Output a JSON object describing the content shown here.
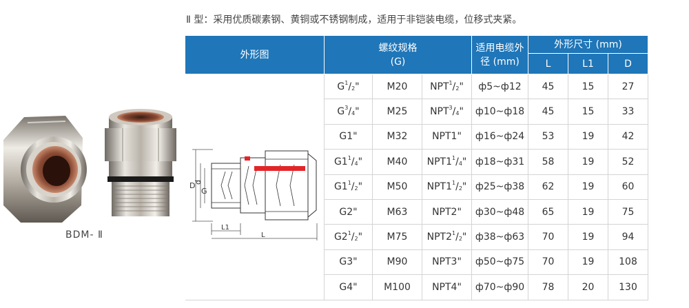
{
  "caption": "Ⅱ 型：采用优质碳素钢、黄铜或不锈钢制成，适用于非铠装电缆，位移式夹紧。",
  "product": {
    "model": "BDM- Ⅱ",
    "image_icon": "cable-gland-photo"
  },
  "diagram": {
    "labels": {
      "D": "D",
      "d": "d",
      "G": "G",
      "L1": "L1",
      "L": "L"
    }
  },
  "table": {
    "headers": {
      "outline": "外形图",
      "thread_line1": "螺纹规格",
      "thread_line2": "(G)",
      "cable_line1": "适用电缆外",
      "cable_line2": "径 (mm)",
      "dims": "外形尺寸 (mm)",
      "L": "L",
      "L1": "L1",
      "D": "D"
    },
    "rows": [
      {
        "g_main": "G",
        "g_num": "1",
        "g_den": "2",
        "g_tail": "\"",
        "m": "M20",
        "npt_main": "NPT",
        "npt_num": "1",
        "npt_den": "2",
        "npt_tail": "\"",
        "cable": "ф5~ф12",
        "L": "45",
        "L1": "15",
        "D": "27"
      },
      {
        "g_main": "G",
        "g_num": "3",
        "g_den": "4",
        "g_tail": "\"",
        "m": "M25",
        "npt_main": "NPT",
        "npt_num": "3",
        "npt_den": "4",
        "npt_tail": "\"",
        "cable": "ф10~ф18",
        "L": "45",
        "L1": "15",
        "D": "33"
      },
      {
        "g_main": "G1\"",
        "g_num": "",
        "g_den": "",
        "g_tail": "",
        "m": "M32",
        "npt_main": "NPT1\"",
        "npt_num": "",
        "npt_den": "",
        "npt_tail": "",
        "cable": "ф16~ф24",
        "L": "53",
        "L1": "19",
        "D": "42"
      },
      {
        "g_main": "G1",
        "g_num": "1",
        "g_den": "4",
        "g_tail": "\"",
        "m": "M40",
        "npt_main": "NPT1",
        "npt_num": "1",
        "npt_den": "4",
        "npt_tail": "\"",
        "cable": "ф18~ф31",
        "L": "58",
        "L1": "19",
        "D": "52"
      },
      {
        "g_main": "G1",
        "g_num": "1",
        "g_den": "2",
        "g_tail": "\"",
        "m": "M50",
        "npt_main": "NPT1",
        "npt_num": "1",
        "npt_den": "2",
        "npt_tail": "\"",
        "cable": "ф25~ф38",
        "L": "62",
        "L1": "19",
        "D": "60"
      },
      {
        "g_main": "G2\"",
        "g_num": "",
        "g_den": "",
        "g_tail": "",
        "m": "M63",
        "npt_main": "NPT2\"",
        "npt_num": "",
        "npt_den": "",
        "npt_tail": "",
        "cable": "ф30~ф48",
        "L": "65",
        "L1": "19",
        "D": "75"
      },
      {
        "g_main": "G2",
        "g_num": "1",
        "g_den": "2",
        "g_tail": "\"",
        "m": "M75",
        "npt_main": "NPT2",
        "npt_num": "1",
        "npt_den": "2",
        "npt_tail": "\"",
        "cable": "ф38~ф63",
        "L": "70",
        "L1": "19",
        "D": "94"
      },
      {
        "g_main": "G3\"",
        "g_num": "",
        "g_den": "",
        "g_tail": "",
        "m": "M90",
        "npt_main": "NPT3\"",
        "npt_num": "",
        "npt_den": "",
        "npt_tail": "",
        "cable": "ф50~ф75",
        "L": "70",
        "L1": "19",
        "D": "108"
      },
      {
        "g_main": "G4\"",
        "g_num": "",
        "g_den": "",
        "g_tail": "",
        "m": "M100",
        "npt_main": "NPT4\"",
        "npt_num": "",
        "npt_den": "",
        "npt_tail": "",
        "cable": "ф70~ф90",
        "L": "78",
        "L1": "20",
        "D": "130"
      }
    ]
  },
  "colors": {
    "header_bg": "#1f76b8",
    "grid": "#d4d4d4",
    "accent_red": "#e3252a"
  }
}
